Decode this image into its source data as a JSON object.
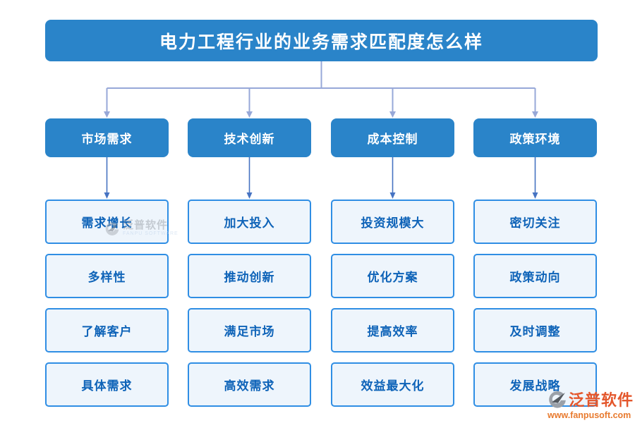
{
  "title": "电力工程行业的业务需求匹配度怎么样",
  "columns": [
    {
      "title": "市场需求",
      "items": [
        "需求增长",
        "多样性",
        "了解客户",
        "具体需求"
      ]
    },
    {
      "title": "技术创新",
      "items": [
        "加大投入",
        "推动创新",
        "满足市场",
        "高效需求"
      ]
    },
    {
      "title": "成本控制",
      "items": [
        "投资规模大",
        "优化方案",
        "提高效率",
        "效益最大化"
      ]
    },
    {
      "title": "政策环境",
      "items": [
        "密切关注",
        "政策动向",
        "及时调整",
        "发展战略"
      ]
    }
  ],
  "watermark_center": {
    "name": "泛普软件",
    "sub": "FANPU SOFTWARE"
  },
  "watermark_corner": {
    "name": "泛普软件",
    "url": "www.fanpusoft.com"
  },
  "colors": {
    "primary_blue": "#2a84c9",
    "child_border": "#2f8ee4",
    "child_fill": "#eef5fc",
    "child_text": "#0e63b8",
    "tree_line": "#97a8d8",
    "arrow_line": "#4673c2",
    "watermark_orange": "#e4572c"
  }
}
